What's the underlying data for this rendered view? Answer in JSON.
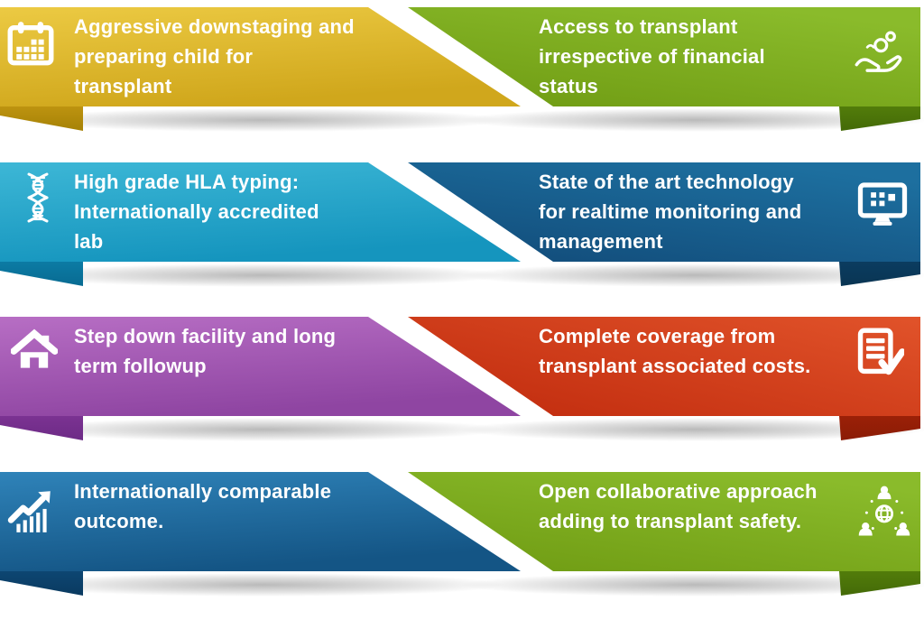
{
  "infographic": {
    "background": "#ffffff",
    "text_color": "#ffffff"
  },
  "rows": [
    {
      "left": {
        "label": "Aggressive downstaging and\npreparing child for\ntransplant",
        "icon": "calendar-icon",
        "color": "#dfb92a",
        "color_dark": "#c9a117"
      },
      "right": {
        "label": "Access to transplant\nirrespective of financial\nstatus",
        "icon": "hand-care-icon",
        "color": "#7fae20",
        "color_dark": "#689512"
      }
    },
    {
      "left": {
        "label": "High grade HLA typing:\nInternationally accredited\nlab",
        "icon": "dna-icon",
        "color": "#27a7cb",
        "color_dark": "#1090b9"
      },
      "right": {
        "label": "State of the art technology\nfor realtime monitoring and\nmanagement",
        "icon": "monitor-icon",
        "color": "#17648f",
        "color_dark": "#0f4c7a"
      }
    },
    {
      "left": {
        "label": "Step down facility and long\nterm followup",
        "icon": "house-icon",
        "color": "#a75bb4",
        "color_dark": "#8d43a0"
      },
      "right": {
        "label": "Complete coverage from\ntransplant associated costs.",
        "icon": "document-check-icon",
        "color": "#d63d1b",
        "color_dark": "#bb2c0e"
      }
    },
    {
      "left": {
        "label": "Internationally comparable\noutcome.",
        "icon": "growth-chart-icon",
        "color": "#2277ad",
        "color_dark": "#135381"
      },
      "right": {
        "label": "Open collaborative approach\nadding to transplant safety.",
        "icon": "collaboration-icon",
        "color": "#7fae20",
        "color_dark": "#689512"
      }
    }
  ]
}
